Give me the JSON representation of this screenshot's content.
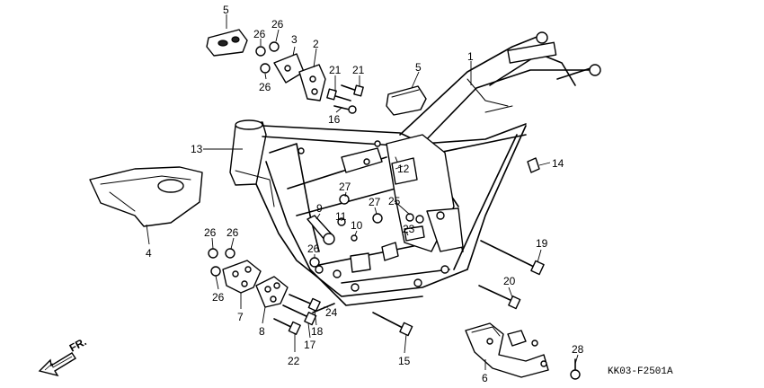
{
  "diagram": {
    "code": "KK03-F2501A",
    "direction_label": "FR.",
    "callouts": [
      {
        "id": "c1",
        "text": "1"
      },
      {
        "id": "c2",
        "text": "2"
      },
      {
        "id": "c3",
        "text": "3"
      },
      {
        "id": "c4",
        "text": "4"
      },
      {
        "id": "c5a",
        "text": "5"
      },
      {
        "id": "c5b",
        "text": "5"
      },
      {
        "id": "c6",
        "text": "6"
      },
      {
        "id": "c7",
        "text": "7"
      },
      {
        "id": "c8",
        "text": "8"
      },
      {
        "id": "c9",
        "text": "9"
      },
      {
        "id": "c10",
        "text": "10"
      },
      {
        "id": "c11",
        "text": "11"
      },
      {
        "id": "c12",
        "text": "12"
      },
      {
        "id": "c13",
        "text": "13"
      },
      {
        "id": "c14",
        "text": "14"
      },
      {
        "id": "c15",
        "text": "15"
      },
      {
        "id": "c16",
        "text": "16"
      },
      {
        "id": "c17",
        "text": "17"
      },
      {
        "id": "c18",
        "text": "18"
      },
      {
        "id": "c19",
        "text": "19"
      },
      {
        "id": "c20",
        "text": "20"
      },
      {
        "id": "c21a",
        "text": "21"
      },
      {
        "id": "c21b",
        "text": "21"
      },
      {
        "id": "c22",
        "text": "22"
      },
      {
        "id": "c23",
        "text": "23"
      },
      {
        "id": "c24",
        "text": "24"
      },
      {
        "id": "c25",
        "text": "25"
      },
      {
        "id": "c26a",
        "text": "26"
      },
      {
        "id": "c26b",
        "text": "26"
      },
      {
        "id": "c26c",
        "text": "26"
      },
      {
        "id": "c26d",
        "text": "26"
      },
      {
        "id": "c26e",
        "text": "26"
      },
      {
        "id": "c26f",
        "text": "26"
      },
      {
        "id": "c26g",
        "text": "26"
      },
      {
        "id": "c27a",
        "text": "27"
      },
      {
        "id": "c27b",
        "text": "27"
      },
      {
        "id": "c28",
        "text": "28"
      }
    ]
  }
}
